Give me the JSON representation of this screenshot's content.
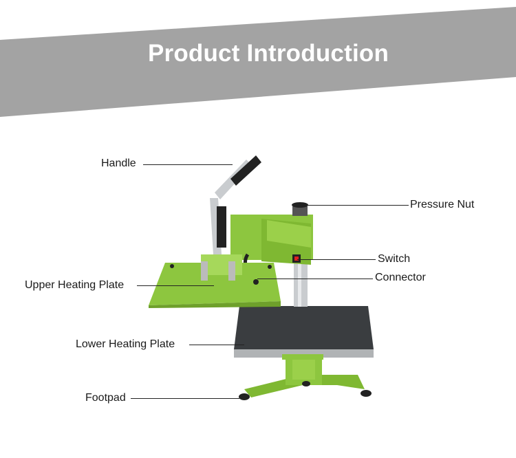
{
  "header": {
    "title": "Product Introduction"
  },
  "labels": {
    "handle": "Handle",
    "pressure_nut": "Pressure Nut",
    "switch": "Switch",
    "connector": "Connector",
    "upper_heating_plate": "Upper Heating Plate",
    "lower_heating_plate": "Lower Heating Plate",
    "footpad": "Footpad"
  },
  "colors": {
    "banner": "#a3a3a3",
    "machine_green": "#8dc63f",
    "plate_dark": "#3a3d40"
  }
}
